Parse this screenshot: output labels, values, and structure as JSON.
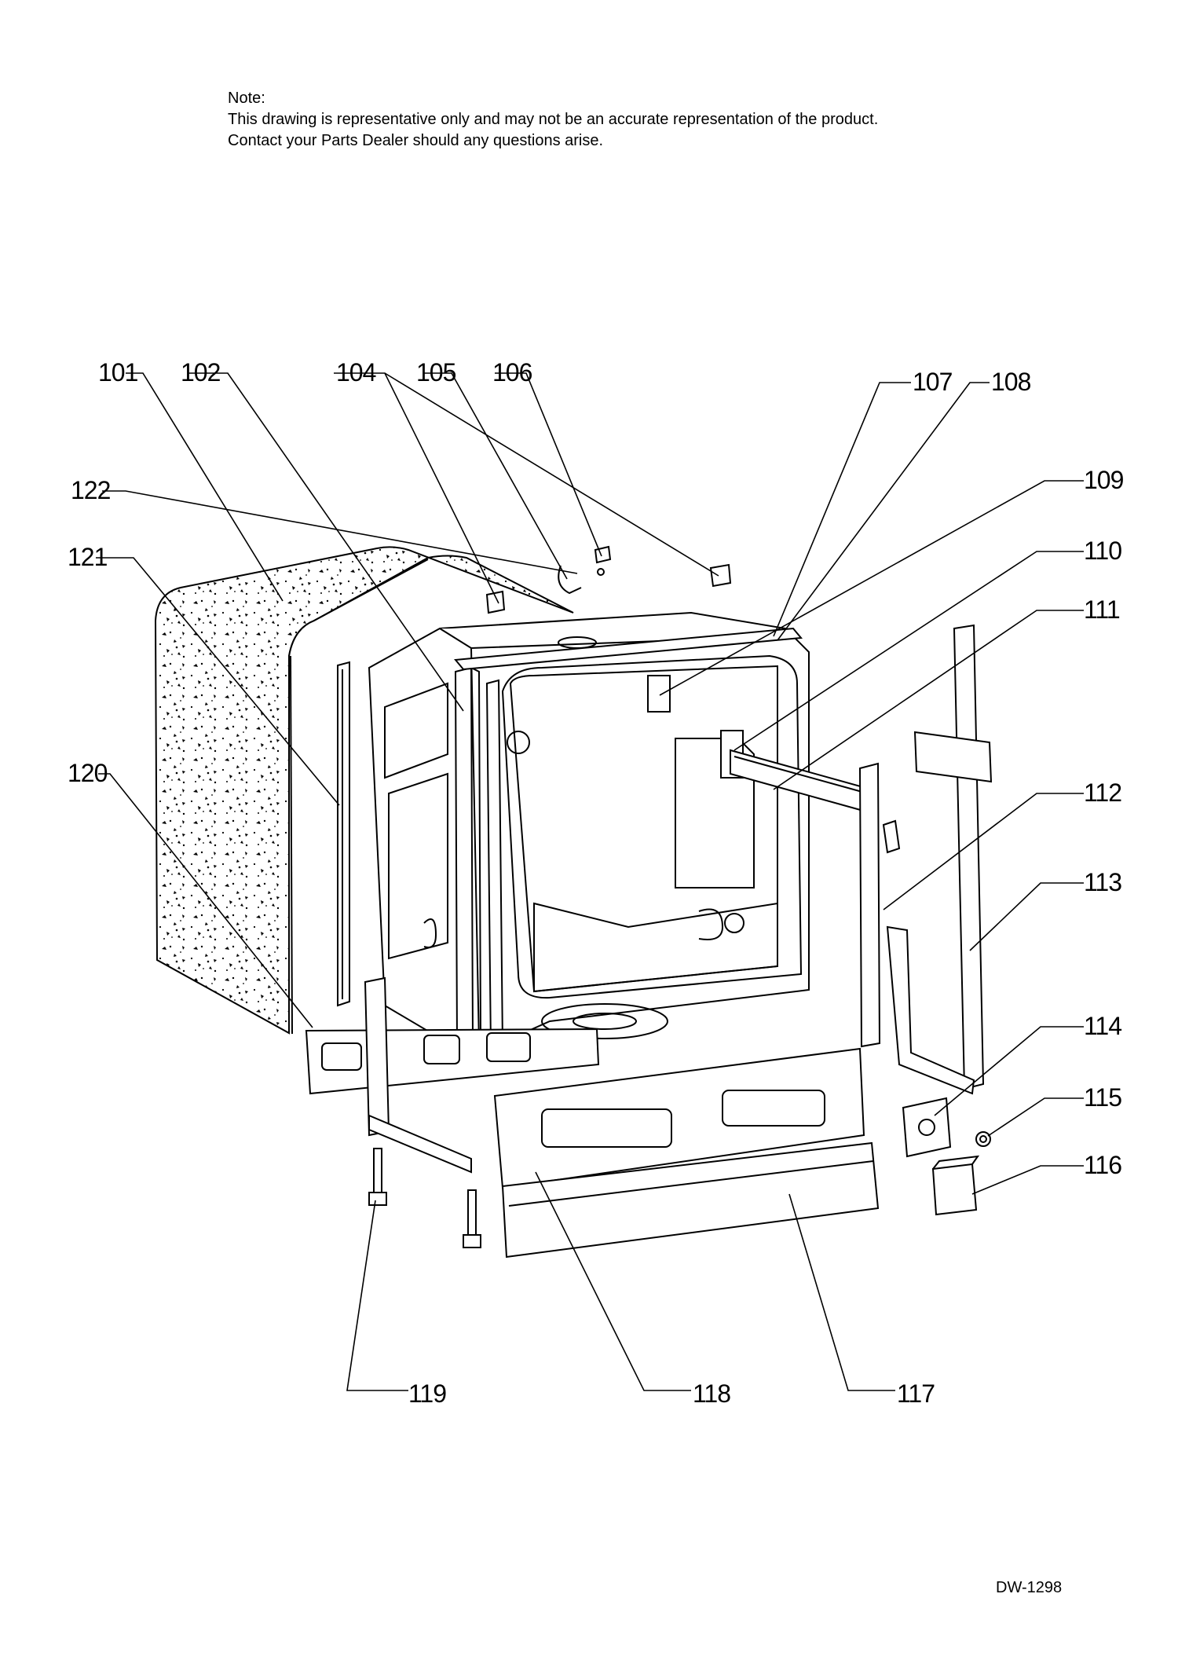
{
  "note": {
    "heading": "Note:",
    "line1": "This drawing is representative only and may not be an accurate representation of the product.",
    "line2": "Contact your Parts Dealer should any questions arise."
  },
  "callouts": {
    "c101": "101",
    "c102": "102",
    "c104": "104",
    "c105": "105",
    "c106": "106",
    "c107": "107",
    "c108": "108",
    "c109": "109",
    "c110": "110",
    "c111": "111",
    "c112": "112",
    "c113": "113",
    "c114": "114",
    "c115": "115",
    "c116": "116",
    "c117": "117",
    "c118": "118",
    "c119": "119",
    "c120": "120",
    "c121": "121",
    "c122": "122"
  },
  "drawing_code": "DW-1298"
}
